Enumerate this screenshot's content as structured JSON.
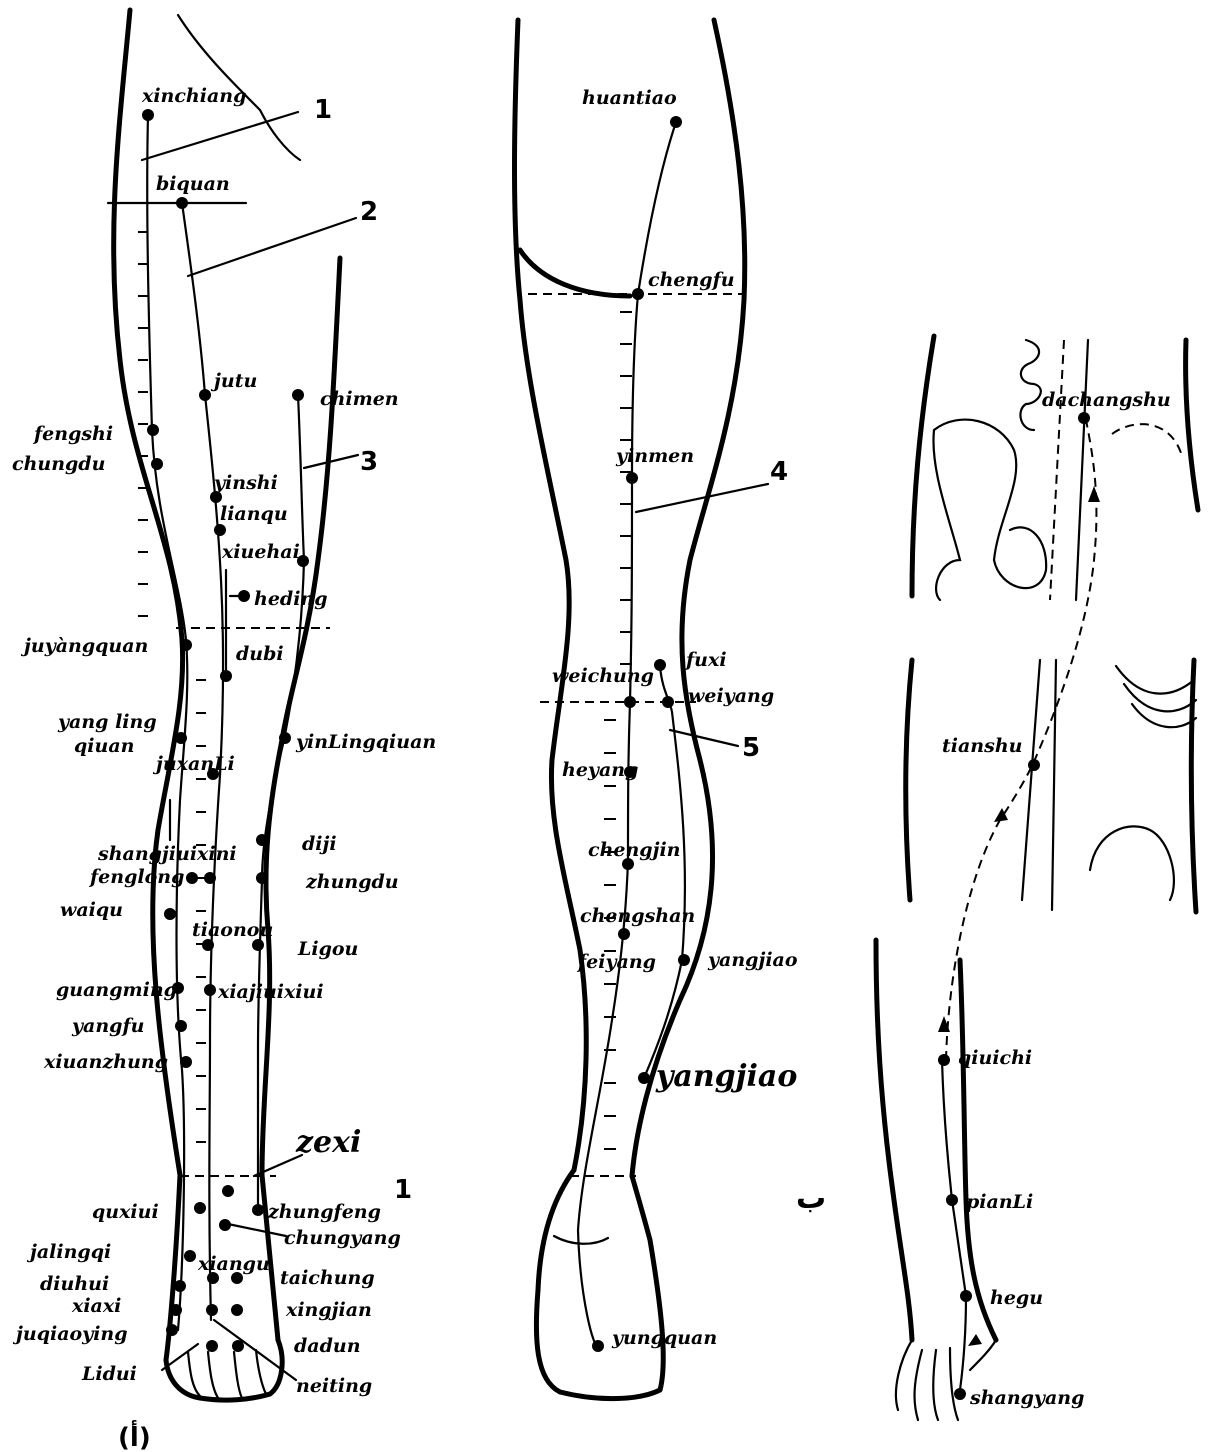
{
  "figure_a": {
    "panel_label": "(أ)",
    "meridian_numbers": [
      "1",
      "2",
      "3"
    ],
    "foot_mark": "1",
    "points": {
      "xinchiang": "xinchiang",
      "biquan": "biquan",
      "jutu": "jutu",
      "chimen": "chimen",
      "fengshi": "fengshi",
      "chungdu": "chungdu",
      "yinshi": "yinshi",
      "liangu": "lianqu",
      "xiuehai": "xiuehai",
      "heding": "heding",
      "juyangquan": "juyàngquan",
      "dubi": "dubi",
      "yanglingqiuan_1": "yang ling",
      "yanglingqiuan_2": "qiuan",
      "yinlingqiuan": "yinLingqiuan",
      "juxanli": "juxanLi",
      "shangjiuixini": "shangjiuixini",
      "fengtong": "fenglong",
      "diji": "diji",
      "zhungdu": "zhungdu",
      "waiqu": "waiqu",
      "tiaonou": "tiaonou",
      "ligou": "Ligou",
      "guangming": "guangming",
      "xiajiuixiui": "xiajiuixiui",
      "yangfu": "yangfu",
      "xiuanzhung": "xiuanzhung",
      "zexi": "zexi",
      "quxiui": "quxiui",
      "zhungfeng": "zhungfeng",
      "chungyang": "chungyang",
      "jalingqi": "jalingqi",
      "xiangu": "xiangu",
      "diuhui": "diuhui",
      "taichung": "taichung",
      "xiaxi": "xiaxi",
      "xingjian": "xingjian",
      "juqiaoying": "juqiaoying",
      "dadun": "dadun",
      "lidui": "Lidui",
      "neiting": "neiting"
    }
  },
  "figure_b_leg": {
    "meridian_numbers": [
      "4",
      "5"
    ],
    "points": {
      "huantiao": "huantiao",
      "chengfu": "chengfu",
      "yinmen": "yinmen",
      "fuxi": "fuxi",
      "weichung": "weichung",
      "weiyang": "weiyang",
      "heyang": "heyang",
      "chengjin": "chengjin",
      "chengshan": "chengshan",
      "feiyang": "feiyang",
      "yangjiao_upper": "yangjiao",
      "yangjiao_lower": "yangjiao",
      "yungquan": "yungquan"
    }
  },
  "figure_b": {
    "panel_label": "ب",
    "points": {
      "dachangshu": "dachangshu",
      "tianshu": "tianshu",
      "qiuichi": "qiuichi",
      "pianli": "pianLi",
      "hegu": "hegu",
      "shangyang": "shangyang"
    }
  }
}
